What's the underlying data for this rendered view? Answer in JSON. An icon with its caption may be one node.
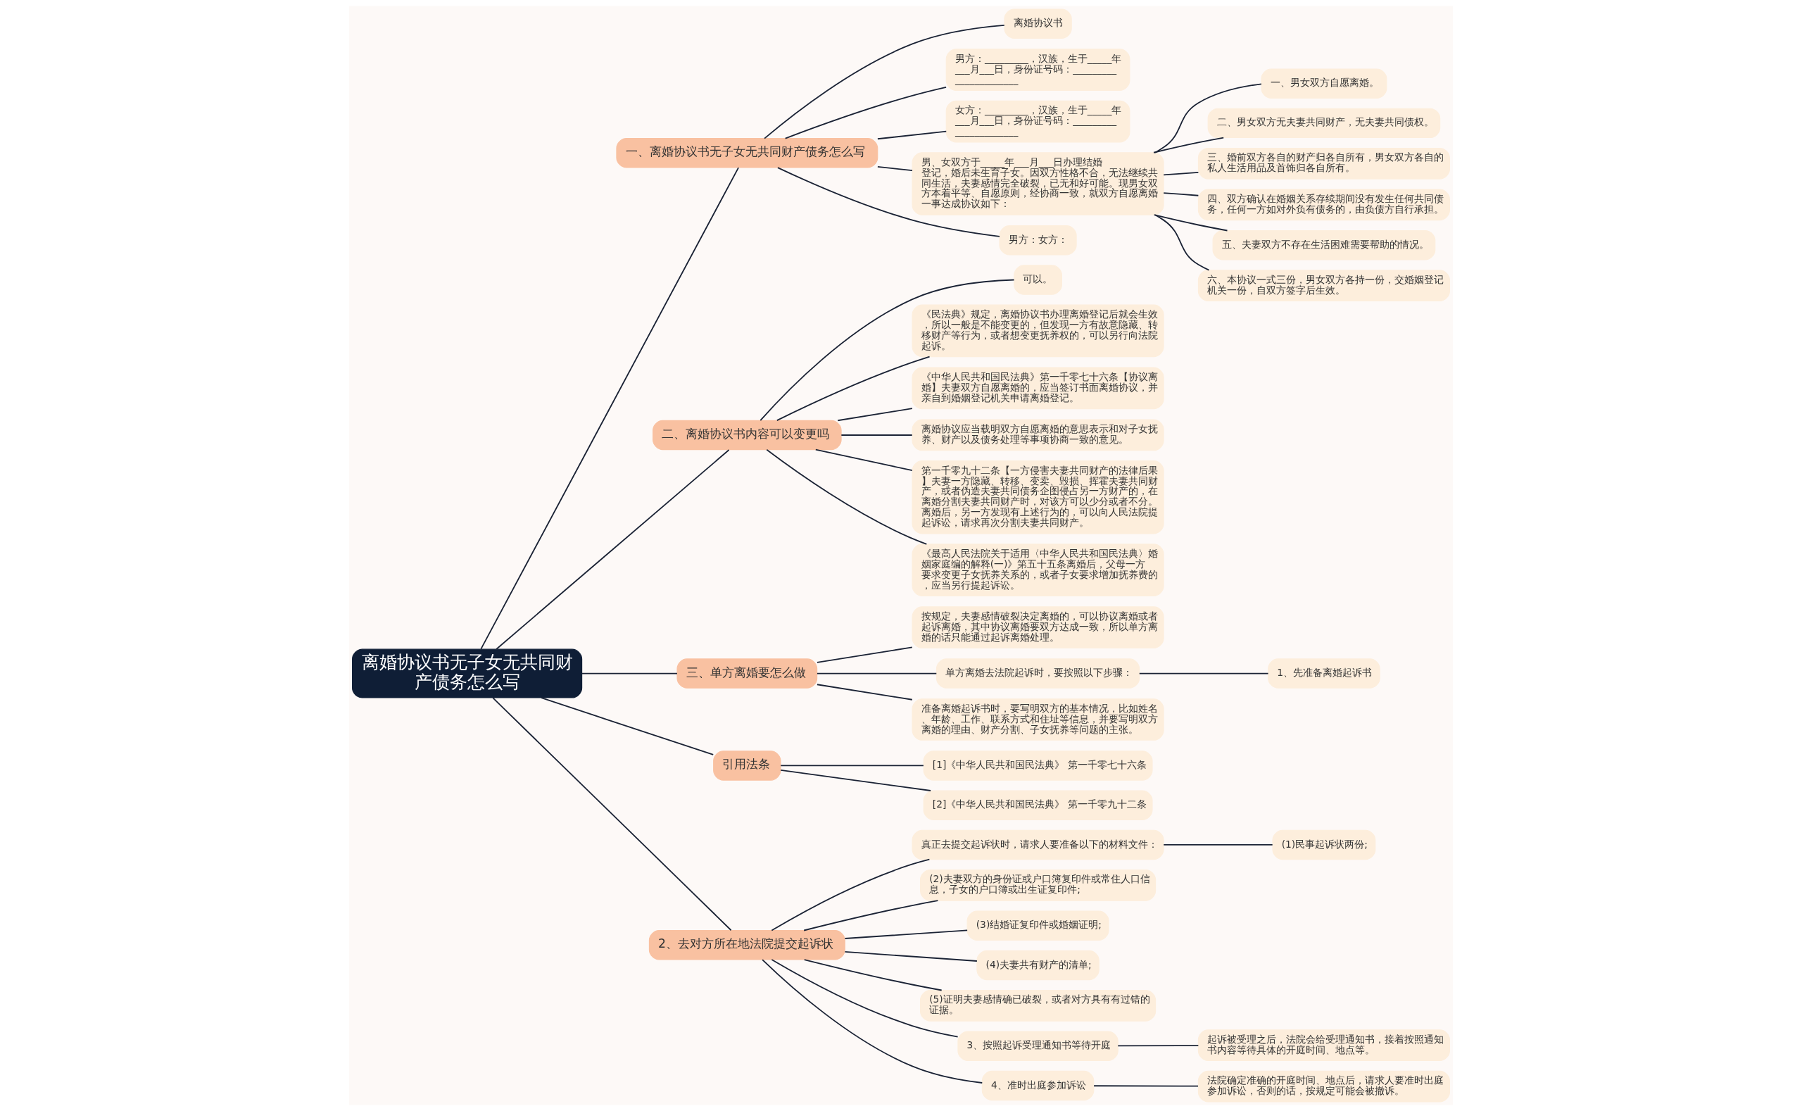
{
  "diagram": {
    "nodes": [
      {
        "text": [
          "离婚协议书无子女无共同财产债务怎么写"
        ]
      },
      {
        "text": [
          "一、离婚协议书无子女无共同财产债务怎么写"
        ]
      },
      {
        "text": [
          "离婚协议书"
        ]
      },
      {
        "text": [
          "男方：_________，汉族，生于_____年___月___日，身份证号码：______________________"
        ]
      },
      {
        "text": [
          "女方：_________，汉族，生于_____年___月___日，身份证号码：______________________"
        ]
      },
      {
        "text": [
          "男、女双方于_____年___月___日办理结婚登记，婚后未生育子女。因双方性格不合，无法继续共同生活，夫妻感情完全破裂，已无和好可能。现男女双方本着平等、自愿原则，经协商一致，就双方自愿离婚一事达成协议如下："
        ]
      },
      {
        "text": [
          "一、男女双方自愿离婚。"
        ]
      },
      {
        "text": [
          "二、男女双方无夫妻共同财产，无夫妻共同债权。"
        ]
      },
      {
        "text": [
          "三、婚前双方各自的财产归各自所有，男女双方各自的私人生活用品及首饰归各自所有。"
        ]
      },
      {
        "text": [
          "四、双方确认在婚姻关系存续期间没有发生任何共同债务，任何一方如对外负有债务的，由负债方自行承担。"
        ]
      },
      {
        "text": [
          "五、夫妻双方不存在生活困难需要帮助的情况。"
        ]
      },
      {
        "text": [
          "六、本协议一式三份，男女双方各持一份，交婚姻登记机关一份，自双方签字后生效。"
        ]
      },
      {
        "text": [
          "男方：女方："
        ]
      },
      {
        "text": [
          "二、离婚协议书内容可以变更吗"
        ]
      },
      {
        "text": [
          "可以。"
        ]
      },
      {
        "text": [
          "《民法典》规定，离婚协议书办理离婚登记后就会生效，所以一般是不能变更的，但发现一方有故意隐藏、转移财产等行为，或者想变更抚养权的，可以另行向法院起诉。"
        ]
      },
      {
        "text": [
          "《中华人民共和国民法典》第一千零七十六条【协议离婚】夫妻双方自愿离婚的，应当签订书面离婚协议，并亲自到婚姻登记机关申请离婚登记。"
        ]
      },
      {
        "text": [
          "离婚协议应当载明双方自愿离婚的意思表示和对子女抚养、财产以及债务处理等事项协商一致的意见。"
        ]
      },
      {
        "text": [
          "第一千零九十二条【一方侵害夫妻共同财产的法律后果】夫妻一方隐藏、转移、变卖、毁损、挥霍夫妻共同财产，或者伪造夫妻共同债务企图侵占另一方财产的，在离婚分割夫妻共同财产时，对该方可以少分或者不分。离婚后，另一方发现有上述行为的，可以向人民法院提起诉讼，请求再次分割夫妻共同财产。"
        ]
      },
      {
        "text": [
          "《最高人民法院关于适用〈中华人民共和国民法典〉婚姻家庭编的解释(一)》第五十五条离婚后，父母一方要求变更子女抚养关系的，或者子女要求增加抚养费的，应当另行提起诉讼。"
        ]
      },
      {
        "text": [
          "三、单方离婚要怎么做"
        ]
      },
      {
        "text": [
          "按规定，夫妻感情破裂决定离婚的，可以协议离婚或者起诉离婚，其中协议离婚要双方达成一致，所以单方离婚的话只能通过起诉离婚处理。"
        ]
      },
      {
        "text": [
          "单方离婚去法院起诉时，要按照以下步骤："
        ]
      },
      {
        "text": [
          "1、先准备离婚起诉书"
        ]
      },
      {
        "text": [
          "准备离婚起诉书时，要写明双方的基本情况，比如姓名、年龄、工作、联系方式和住址等信息，并要写明双方离婚的理由、财产分割、子女抚养等问题的主张。"
        ]
      },
      {
        "text": [
          "引用法条"
        ]
      },
      {
        "text": [
          "[1]《中华人民共和国民法典》 第一千零七十六条"
        ]
      },
      {
        "text": [
          "[2]《中华人民共和国民法典》 第一千零九十二条"
        ]
      },
      {
        "text": [
          "2、去对方所在地法院提交起诉状"
        ]
      },
      {
        "text": [
          "真正去提交起诉状时，请求人要准备以下的材料文件："
        ]
      },
      {
        "text": [
          "(1)民事起诉状两份;"
        ]
      },
      {
        "text": [
          "(2)夫妻双方的身份证或户口簿复印件或常住人口信息，子女的户口簿或出生证复印件;"
        ]
      },
      {
        "text": [
          "(3)结婚证复印件或婚姻证明;"
        ]
      },
      {
        "text": [
          "(4)夫妻共有财产的清单;"
        ]
      },
      {
        "text": [
          "(5)证明夫妻感情确已破裂，或者对方具有有过错的证据。"
        ]
      },
      {
        "text": [
          "3、按照起诉受理通知书等待开庭"
        ]
      },
      {
        "text": [
          "起诉被受理之后，法院会给受理通知书，接着按照通知书内容等待具体的开庭时间、地点等。"
        ]
      },
      {
        "text": [
          "4、准时出庭参加诉讼"
        ]
      },
      {
        "text": [
          "法院确定准确的开庭时间、地点后，请求人要准时出庭参加诉讼，否则的话，按规定可能会被撤诉。"
        ]
      }
    ],
    "edges": [
      {
        "from": 0,
        "to": 1,
        "arrow": "none"
      },
      {
        "from": 1,
        "to": 2,
        "arrow": "none"
      },
      {
        "from": 1,
        "to": 3,
        "arrow": "none"
      },
      {
        "from": 1,
        "to": 4,
        "arrow": "none"
      },
      {
        "from": 1,
        "to": 5,
        "arrow": "none"
      },
      {
        "from": 5,
        "to": 6,
        "arrow": "none"
      },
      {
        "from": 5,
        "to": 7,
        "arrow": "none"
      },
      {
        "from": 5,
        "to": 8,
        "arrow": "none"
      },
      {
        "from": 5,
        "to": 9,
        "arrow": "none"
      },
      {
        "from": 5,
        "to": 10,
        "arrow": "none"
      },
      {
        "from": 5,
        "to": 11,
        "arrow": "none"
      },
      {
        "from": 1,
        "to": 12,
        "arrow": "none"
      },
      {
        "from": 0,
        "to": 13,
        "arrow": "none"
      },
      {
        "from": 13,
        "to": 14,
        "arrow": "none"
      },
      {
        "from": 13,
        "to": 15,
        "arrow": "none"
      },
      {
        "from": 13,
        "to": 16,
        "arrow": "none"
      },
      {
        "from": 13,
        "to": 17,
        "arrow": "none"
      },
      {
        "from": 13,
        "to": 18,
        "arrow": "none"
      },
      {
        "from": 13,
        "to": 19,
        "arrow": "none"
      },
      {
        "from": 0,
        "to": 20,
        "arrow": "none"
      },
      {
        "from": 20,
        "to": 21,
        "arrow": "none"
      },
      {
        "from": 20,
        "to": 22,
        "arrow": "none"
      },
      {
        "from": 22,
        "to": 23,
        "arrow": "none"
      },
      {
        "from": 20,
        "to": 24,
        "arrow": "none"
      },
      {
        "from": 0,
        "to": 25,
        "arrow": "none"
      },
      {
        "from": 25,
        "to": 26,
        "arrow": "none"
      },
      {
        "from": 25,
        "to": 27,
        "arrow": "none"
      },
      {
        "from": 0,
        "to": 28,
        "arrow": "none"
      },
      {
        "from": 28,
        "to": 29,
        "arrow": "none"
      },
      {
        "from": 29,
        "to": 30,
        "arrow": "none"
      },
      {
        "from": 28,
        "to": 31,
        "arrow": "none"
      },
      {
        "from": 28,
        "to": 32,
        "arrow": "none"
      },
      {
        "from": 28,
        "to": 33,
        "arrow": "none"
      },
      {
        "from": 28,
        "to": 34,
        "arrow": "none"
      },
      {
        "from": 28,
        "to": 35,
        "arrow": "none"
      },
      {
        "from": 35,
        "to": 36,
        "arrow": "none"
      },
      {
        "from": 28,
        "to": 37,
        "arrow": "none"
      },
      {
        "from": 37,
        "to": 38,
        "arrow": "none"
      }
    ]
  }
}
